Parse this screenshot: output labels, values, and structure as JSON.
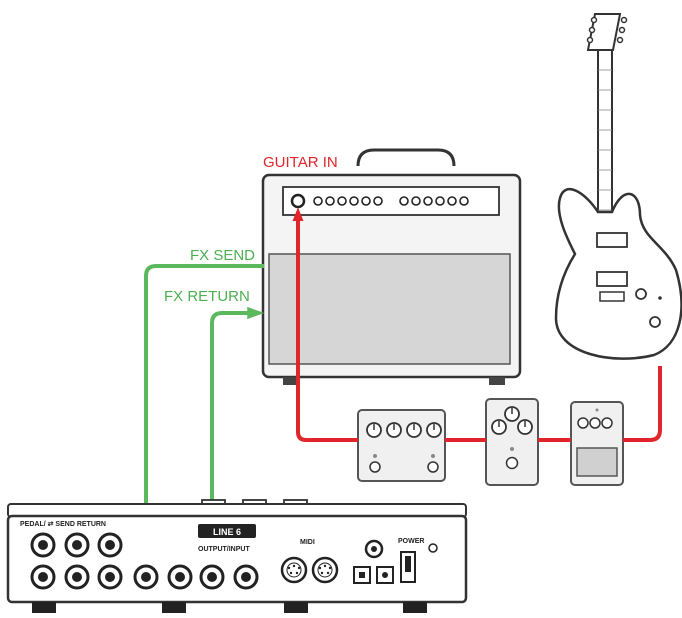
{
  "labels": {
    "guitar_in": "GUITAR IN",
    "fx_send": "FX SEND",
    "fx_return": "FX RETURN"
  },
  "device": {
    "logo": "LINE 6",
    "pedal_send_return": "PEDAL/ ⇄ SEND RETURN",
    "output_input": "OUTPUT/INPUT",
    "midi": "MIDI",
    "power": "POWER"
  },
  "colors": {
    "guitar_cable": "#e0262a",
    "fx_cable": "#5cb85c",
    "guitar_label": "#e0262a",
    "fx_label": "#4caf50",
    "outline": "#333333"
  }
}
